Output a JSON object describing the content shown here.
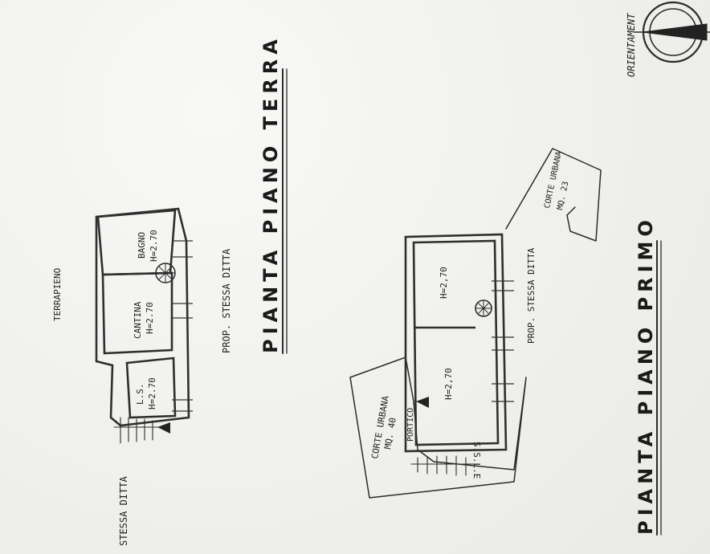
{
  "compass": {
    "label": "ORIENTAMENT"
  },
  "ground_floor": {
    "title": "PIANTA PIANO TERRA",
    "neighbor": "PROP. STESSA DITTA",
    "embankment": "TERRAPIENO",
    "side_owner": "STESSA DITTA",
    "rooms": {
      "bath_name": "BAGNO",
      "bath_height": "H=2.70",
      "cellar_name": "CANTINA",
      "cellar_height": "H=2.70",
      "ls_name": "L.S.",
      "ls_height": "H=2.70"
    }
  },
  "first_floor": {
    "title": "PIANTA PIANO PRIMO",
    "neighbor": "PROP. STESSA DITTA",
    "courtyard_1_name": "CORTE URBANA",
    "courtyard_1_area": "MQ. 40",
    "courtyard_2_name": "CORTE URBANA",
    "courtyard_2_area": "MQ. 23",
    "portico": "PORTICO",
    "room_1_height": "H=2,70",
    "room_2_height": "H=2,70",
    "stair_text": "S.S.L.E"
  }
}
